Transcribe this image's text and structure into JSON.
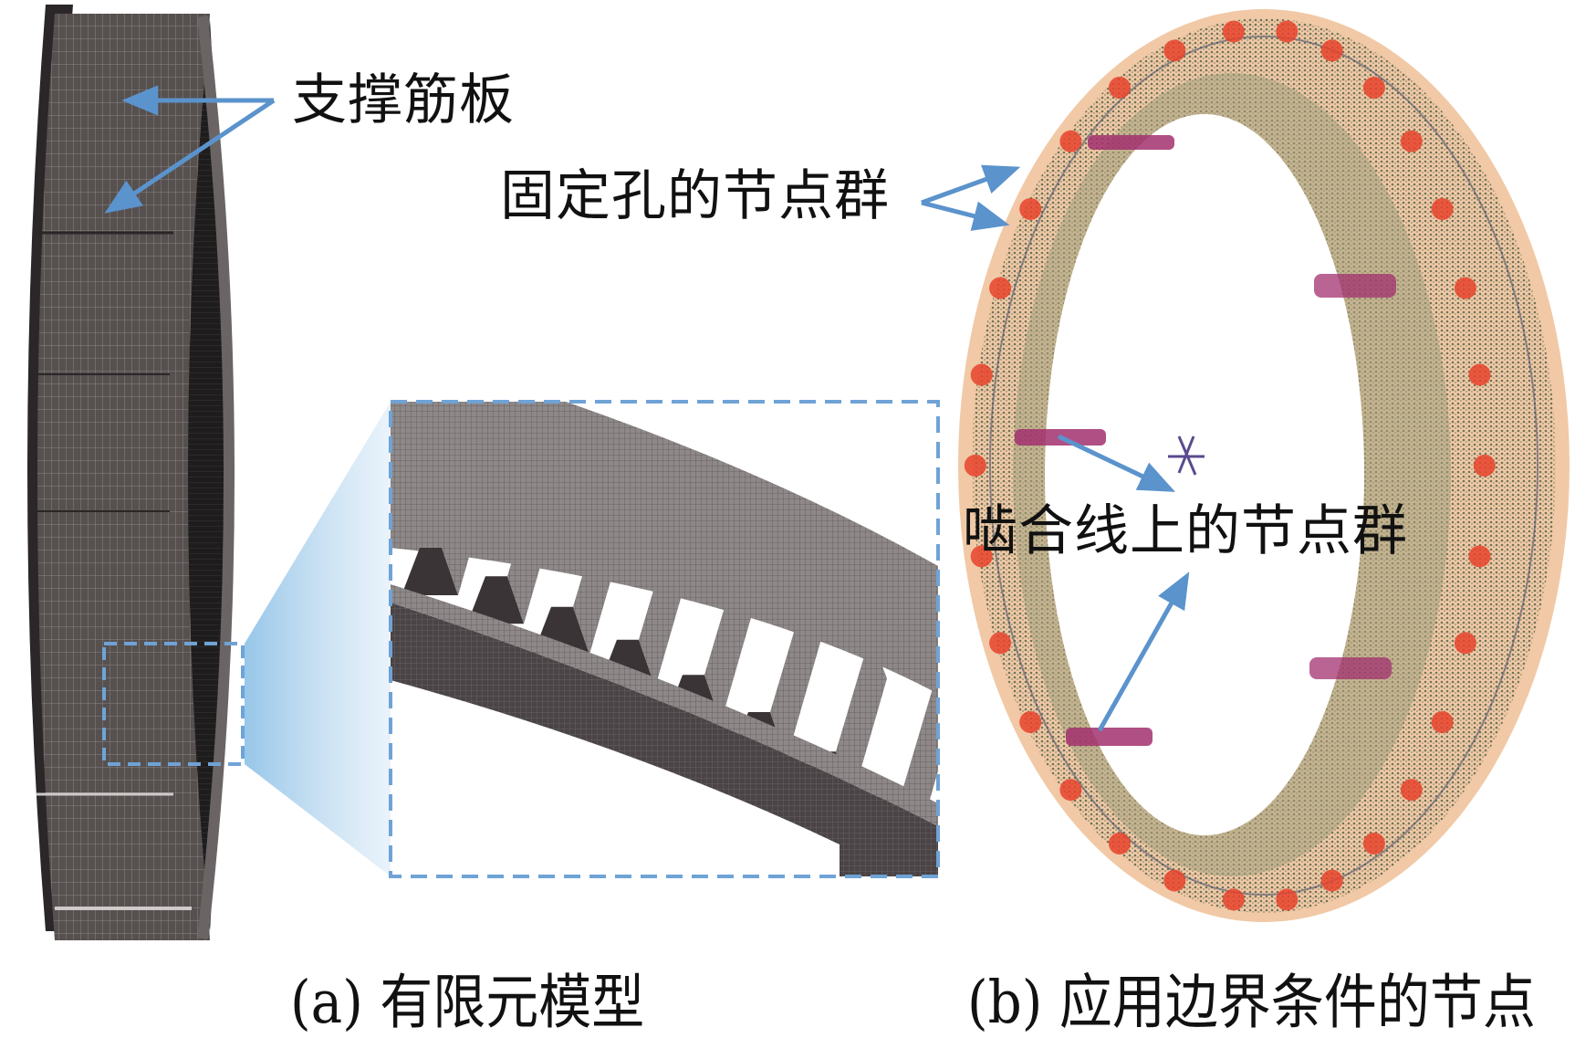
{
  "figure": {
    "panel_a": {
      "caption": "(a) 有限元模型",
      "annotation": "支撑筋板",
      "mesh_color": "#4a4446",
      "inner_color": "#1c1a1b",
      "detail_box_color": "#6fa3d6"
    },
    "panel_b": {
      "caption": "(b) 应用边界条件的节点",
      "annotation_fixed_holes": "固定孔的节点群",
      "annotation_mesh_line": "啮合线上的节点群",
      "ring_color": "#f1c9a6",
      "node_color": "#7c7e62",
      "fixed_node_color": "#e8432b",
      "mesh_line_node_color": "#a2306f"
    },
    "arrow_color": "#5b93cc"
  }
}
